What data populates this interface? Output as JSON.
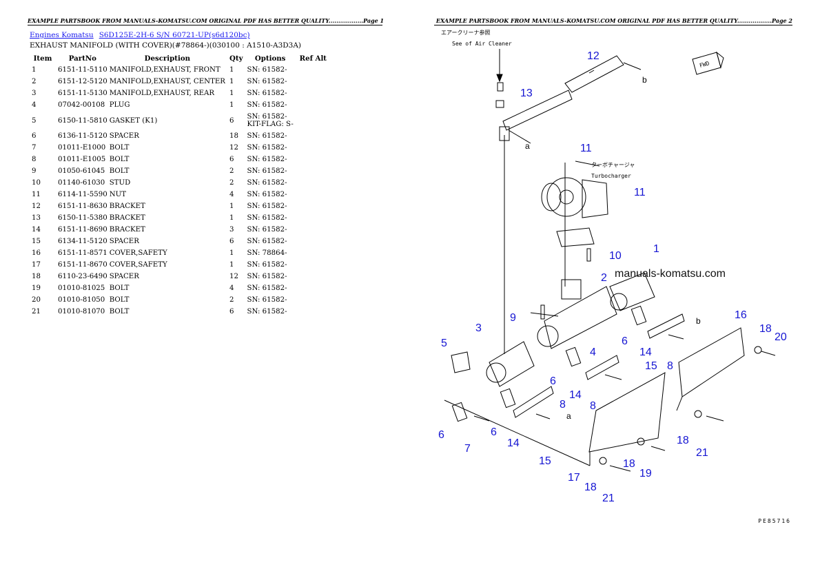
{
  "page1": {
    "header": "EXAMPLE PARTSBOOK FROM MANUALS-KOMATSU.COM ORIGINAL PDF HAS BETTER QUALITY..................Page 1",
    "breadcrumb": {
      "link1": "Engines Komatsu",
      "link2": "S6D125E-2H-6 S/N 60721-UP(s6d120bc)"
    },
    "title": "EXHAUST MANIFOLD (WITH COVER)(#78864-)(030100 : A1510-A3D3A)",
    "columns": [
      "Item",
      "PartNo",
      "Description",
      "Qty",
      "Options",
      "Ref Alt"
    ],
    "rows": [
      {
        "item": "1",
        "partno": "6151-11-5110",
        "desc": "MANIFOLD,EXHAUST, FRONT",
        "qty": "1",
        "opt": "SN: 61582-",
        "opt2": ""
      },
      {
        "item": "2",
        "partno": "6151-12-5120",
        "desc": "MANIFOLD,EXHAUST, CENTER",
        "qty": "1",
        "opt": "SN: 61582-",
        "opt2": ""
      },
      {
        "item": "3",
        "partno": "6151-11-5130",
        "desc": "MANIFOLD,EXHAUST, REAR",
        "qty": "1",
        "opt": "SN: 61582-",
        "opt2": ""
      },
      {
        "item": "4",
        "partno": "07042-00108",
        "desc": "PLUG",
        "qty": "1",
        "opt": "SN: 61582-",
        "opt2": ""
      },
      {
        "item": "5",
        "partno": "6150-11-5810",
        "desc": "GASKET (K1)",
        "qty": "6",
        "opt": "SN: 61582-",
        "opt2": "KIT-FLAG: S-"
      },
      {
        "item": "6",
        "partno": "6136-11-5120",
        "desc": "SPACER",
        "qty": "18",
        "opt": "SN: 61582-",
        "opt2": ""
      },
      {
        "item": "7",
        "partno": "01011-E1000",
        "desc": "BOLT",
        "qty": "12",
        "opt": "SN: 61582-",
        "opt2": ""
      },
      {
        "item": "8",
        "partno": "01011-E1005",
        "desc": "BOLT",
        "qty": "6",
        "opt": "SN: 61582-",
        "opt2": ""
      },
      {
        "item": "9",
        "partno": "01050-61045",
        "desc": "BOLT",
        "qty": "2",
        "opt": "SN: 61582-",
        "opt2": ""
      },
      {
        "item": "10",
        "partno": "01140-61030",
        "desc": "STUD",
        "qty": "2",
        "opt": "SN: 61582-",
        "opt2": ""
      },
      {
        "item": "11",
        "partno": "6114-11-5590",
        "desc": "NUT",
        "qty": "4",
        "opt": "SN: 61582-",
        "opt2": ""
      },
      {
        "item": "12",
        "partno": "6151-11-8630",
        "desc": "BRACKET",
        "qty": "1",
        "opt": "SN: 61582-",
        "opt2": ""
      },
      {
        "item": "13",
        "partno": "6150-11-5380",
        "desc": "BRACKET",
        "qty": "1",
        "opt": "SN: 61582-",
        "opt2": ""
      },
      {
        "item": "14",
        "partno": "6151-11-8690",
        "desc": "BRACKET",
        "qty": "3",
        "opt": "SN: 61582-",
        "opt2": ""
      },
      {
        "item": "15",
        "partno": "6134-11-5120",
        "desc": "SPACER",
        "qty": "6",
        "opt": "SN: 61582-",
        "opt2": ""
      },
      {
        "item": "16",
        "partno": "6151-11-8571",
        "desc": "COVER,SAFETY",
        "qty": "1",
        "opt": "SN: 78864-",
        "opt2": ""
      },
      {
        "item": "17",
        "partno": "6151-11-8670",
        "desc": "COVER,SAFETY",
        "qty": "1",
        "opt": "SN: 61582-",
        "opt2": ""
      },
      {
        "item": "18",
        "partno": "6110-23-6490",
        "desc": "SPACER",
        "qty": "12",
        "opt": "SN: 61582-",
        "opt2": ""
      },
      {
        "item": "19",
        "partno": "01010-81025",
        "desc": "BOLT",
        "qty": "4",
        "opt": "SN: 61582-",
        "opt2": ""
      },
      {
        "item": "20",
        "partno": "01010-81050",
        "desc": "BOLT",
        "qty": "2",
        "opt": "SN: 61582-",
        "opt2": ""
      },
      {
        "item": "21",
        "partno": "01010-81070",
        "desc": "BOLT",
        "qty": "6",
        "opt": "SN: 61582-",
        "opt2": ""
      }
    ]
  },
  "page2": {
    "header": "EXAMPLE PARTSBOOK FROM MANUALS-KOMATSU.COM ORIGINAL PDF HAS BETTER QUALITY..................Page 2",
    "figure_code": "PE85716",
    "watermark": "manuals-komatsu.com",
    "notes": {
      "aircleaner_jp": "エアークリーナ参照",
      "aircleaner_en": "See of Air Cleaner",
      "turbo_jp": "ターボチャージャ",
      "turbo_en": "Turbocharger",
      "fwd": "FWD"
    },
    "callouts": [
      {
        "id": "12",
        "label": "12"
      },
      {
        "id": "13",
        "label": "13"
      },
      {
        "id": "11a",
        "label": "11"
      },
      {
        "id": "11b",
        "label": "11"
      },
      {
        "id": "10",
        "label": "10"
      },
      {
        "id": "1",
        "label": "1"
      },
      {
        "id": "2",
        "label": "2"
      },
      {
        "id": "9",
        "label": "9"
      },
      {
        "id": "3",
        "label": "3"
      },
      {
        "id": "5",
        "label": "5"
      },
      {
        "id": "4",
        "label": "4"
      },
      {
        "id": "6a",
        "label": "6"
      },
      {
        "id": "6b",
        "label": "6"
      },
      {
        "id": "14a",
        "label": "14"
      },
      {
        "id": "8a",
        "label": "8"
      },
      {
        "id": "15a",
        "label": "15"
      },
      {
        "id": "14b",
        "label": "14"
      },
      {
        "id": "8b",
        "label": "8"
      },
      {
        "id": "16",
        "label": "16"
      },
      {
        "id": "18a",
        "label": "18"
      },
      {
        "id": "20",
        "label": "20"
      },
      {
        "id": "6c",
        "label": "6"
      },
      {
        "id": "7",
        "label": "7"
      },
      {
        "id": "6d",
        "label": "6"
      },
      {
        "id": "14c",
        "label": "14"
      },
      {
        "id": "8c",
        "label": "8"
      },
      {
        "id": "15b",
        "label": "15"
      },
      {
        "id": "18b",
        "label": "18"
      },
      {
        "id": "21a",
        "label": "21"
      },
      {
        "id": "17",
        "label": "17"
      },
      {
        "id": "18c",
        "label": "18"
      },
      {
        "id": "19",
        "label": "19"
      },
      {
        "id": "18d",
        "label": "18"
      },
      {
        "id": "21b",
        "label": "21"
      }
    ],
    "letters": {
      "a1": "a",
      "a2": "a",
      "b1": "b",
      "b2": "b"
    }
  }
}
